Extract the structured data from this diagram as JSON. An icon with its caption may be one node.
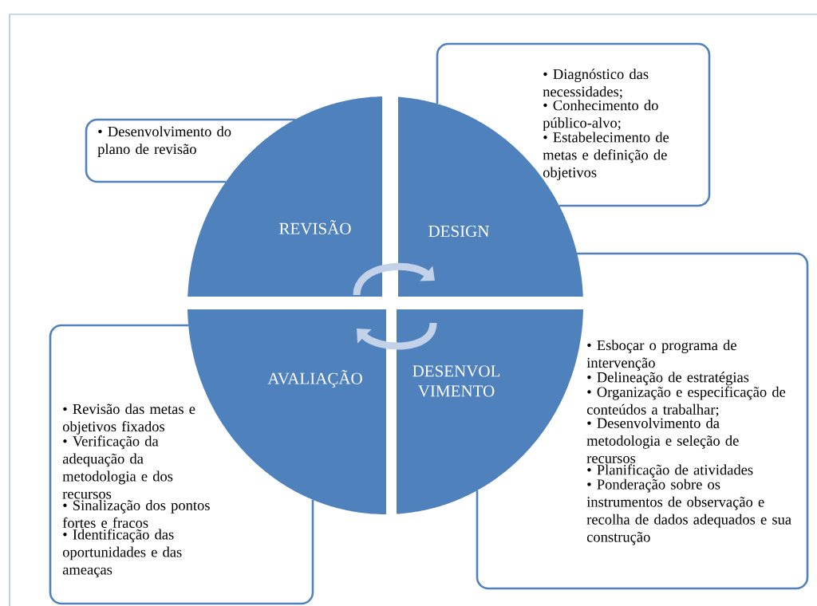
{
  "diagram": {
    "nodes": [
      {
        "text": [
          "REVISÃO"
        ]
      },
      {
        "text": [
          "DESIGN"
        ]
      },
      {
        "text": [
          "AVALIAÇÃO"
        ]
      },
      {
        "text": [
          "DESENVOL VIMENTO"
        ]
      },
      {
        "text": [
          "• Desenvolvimento do plano de revisão"
        ]
      },
      {
        "text": [
          "• Diagnóstico das necessidades;",
          "• Conhecimento do público-alvo;",
          "• Estabelecimento de metas e definição de objetivos"
        ]
      },
      {
        "text": [
          "• Esboçar o programa de intervenção",
          "• Delineação de estratégias",
          "• Organização e especificação de conteúdos a trabalhar;",
          "• Desenvolvimento da metodologia e seleção de recursos",
          "• Planificação de atividades",
          "• Ponderação sobre os instrumentos de observação e recolha de dados adequados e sua construção"
        ]
      },
      {
        "text": [
          "• Revisão das metas e objetivos fixados",
          "• Verificação da adequação da metodologia e dos recursos",
          "• Sinalização dos pontos fortes e fracos",
          "• Identificação das oportunidades e das ameaças"
        ]
      }
    ],
    "edges": [
      {
        "from": 0,
        "to": 1,
        "arrow": "to"
      },
      {
        "from": 3,
        "to": 2,
        "arrow": "to"
      }
    ]
  }
}
